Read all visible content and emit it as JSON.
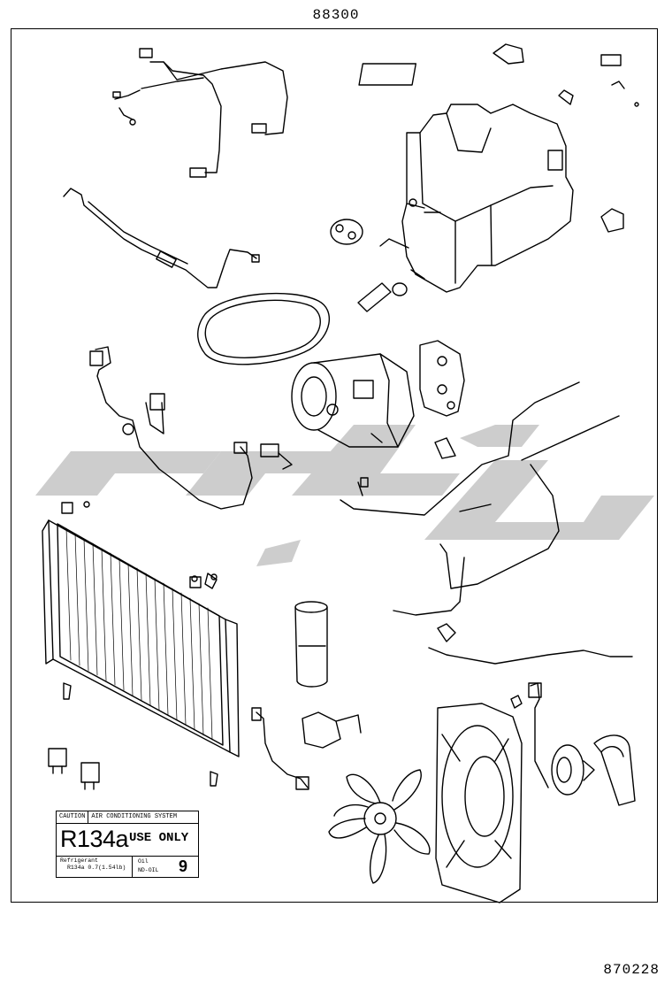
{
  "header": {
    "part_group_code": "88300"
  },
  "footer": {
    "diagram_code": "870228"
  },
  "label": {
    "caution": "CAUTION",
    "system": "AIR CONDITIONING SYSTEM",
    "refrigerant_code": "R134a",
    "use_only": "USE ONLY",
    "refrigerant_line1": "Refrigerant",
    "refrigerant_line2": "R134a 0.7(1.54lb)",
    "oil_line1": "Oil",
    "oil_line2": "ND-OIL",
    "oil_number": "9"
  },
  "watermark": {
    "color": "#c8c8c8"
  },
  "colors": {
    "line": "#000000",
    "background": "#ffffff"
  }
}
